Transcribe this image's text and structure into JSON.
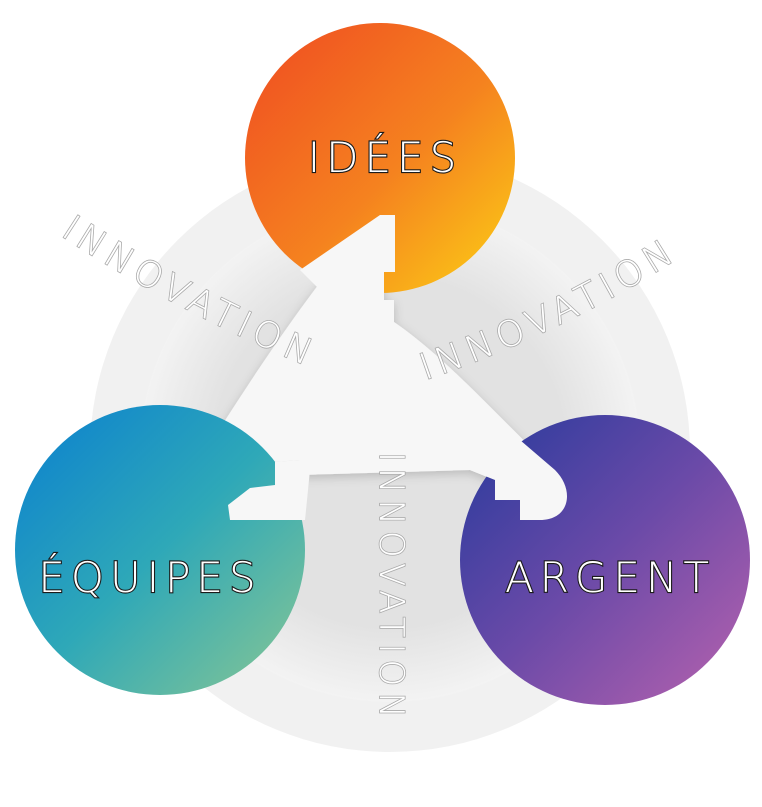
{
  "nodes": {
    "top": {
      "label": "IDÉES",
      "gradient": [
        "#ef4f23",
        "#fcd115"
      ]
    },
    "left": {
      "label": "ÉQUIPES",
      "gradient": [
        "#0a7fd0",
        "#86c79a"
      ]
    },
    "right": {
      "label": "ARGENT",
      "gradient": [
        "#2b3a9e",
        "#b85fb0"
      ]
    }
  },
  "center": {
    "label_left": "INNOVATION",
    "label_right": "INNOVATION",
    "label_vertical": "INNOVATION"
  },
  "colors": {
    "ring_outer": "#f0f0f0",
    "ring_inner": "#e3e3e3",
    "triangle": "#f6f6f6",
    "innovation_text": "#a9a9a9"
  }
}
